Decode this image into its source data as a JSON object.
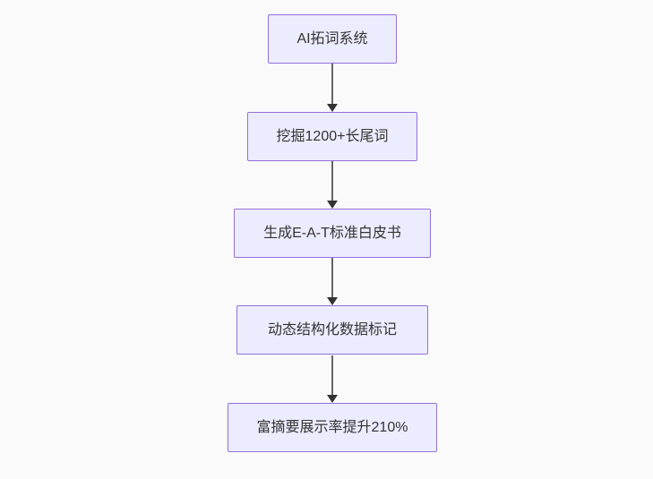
{
  "page": {
    "background_color": "#fafafa"
  },
  "flowchart": {
    "type": "flowchart-top-down",
    "nodes": [
      {
        "label": "AI拓词系统"
      },
      {
        "label": "挖掘1200+长尾词"
      },
      {
        "label": "生成E-A-T标准白皮书"
      },
      {
        "label": "动态结构化数据标记"
      },
      {
        "label": "富摘要展示率提升210%"
      }
    ],
    "edges": [
      {
        "from": 0,
        "to": 1,
        "arrow": "down"
      },
      {
        "from": 1,
        "to": 2,
        "arrow": "down"
      },
      {
        "from": 2,
        "to": 3,
        "arrow": "down"
      },
      {
        "from": 3,
        "to": 4,
        "arrow": "down"
      }
    ],
    "style": {
      "node_fill": "#ECECFF",
      "node_border": "#9370DB",
      "text_color": "#333333",
      "edge_line_color": "#666666",
      "arrowhead_color": "#333333"
    }
  }
}
